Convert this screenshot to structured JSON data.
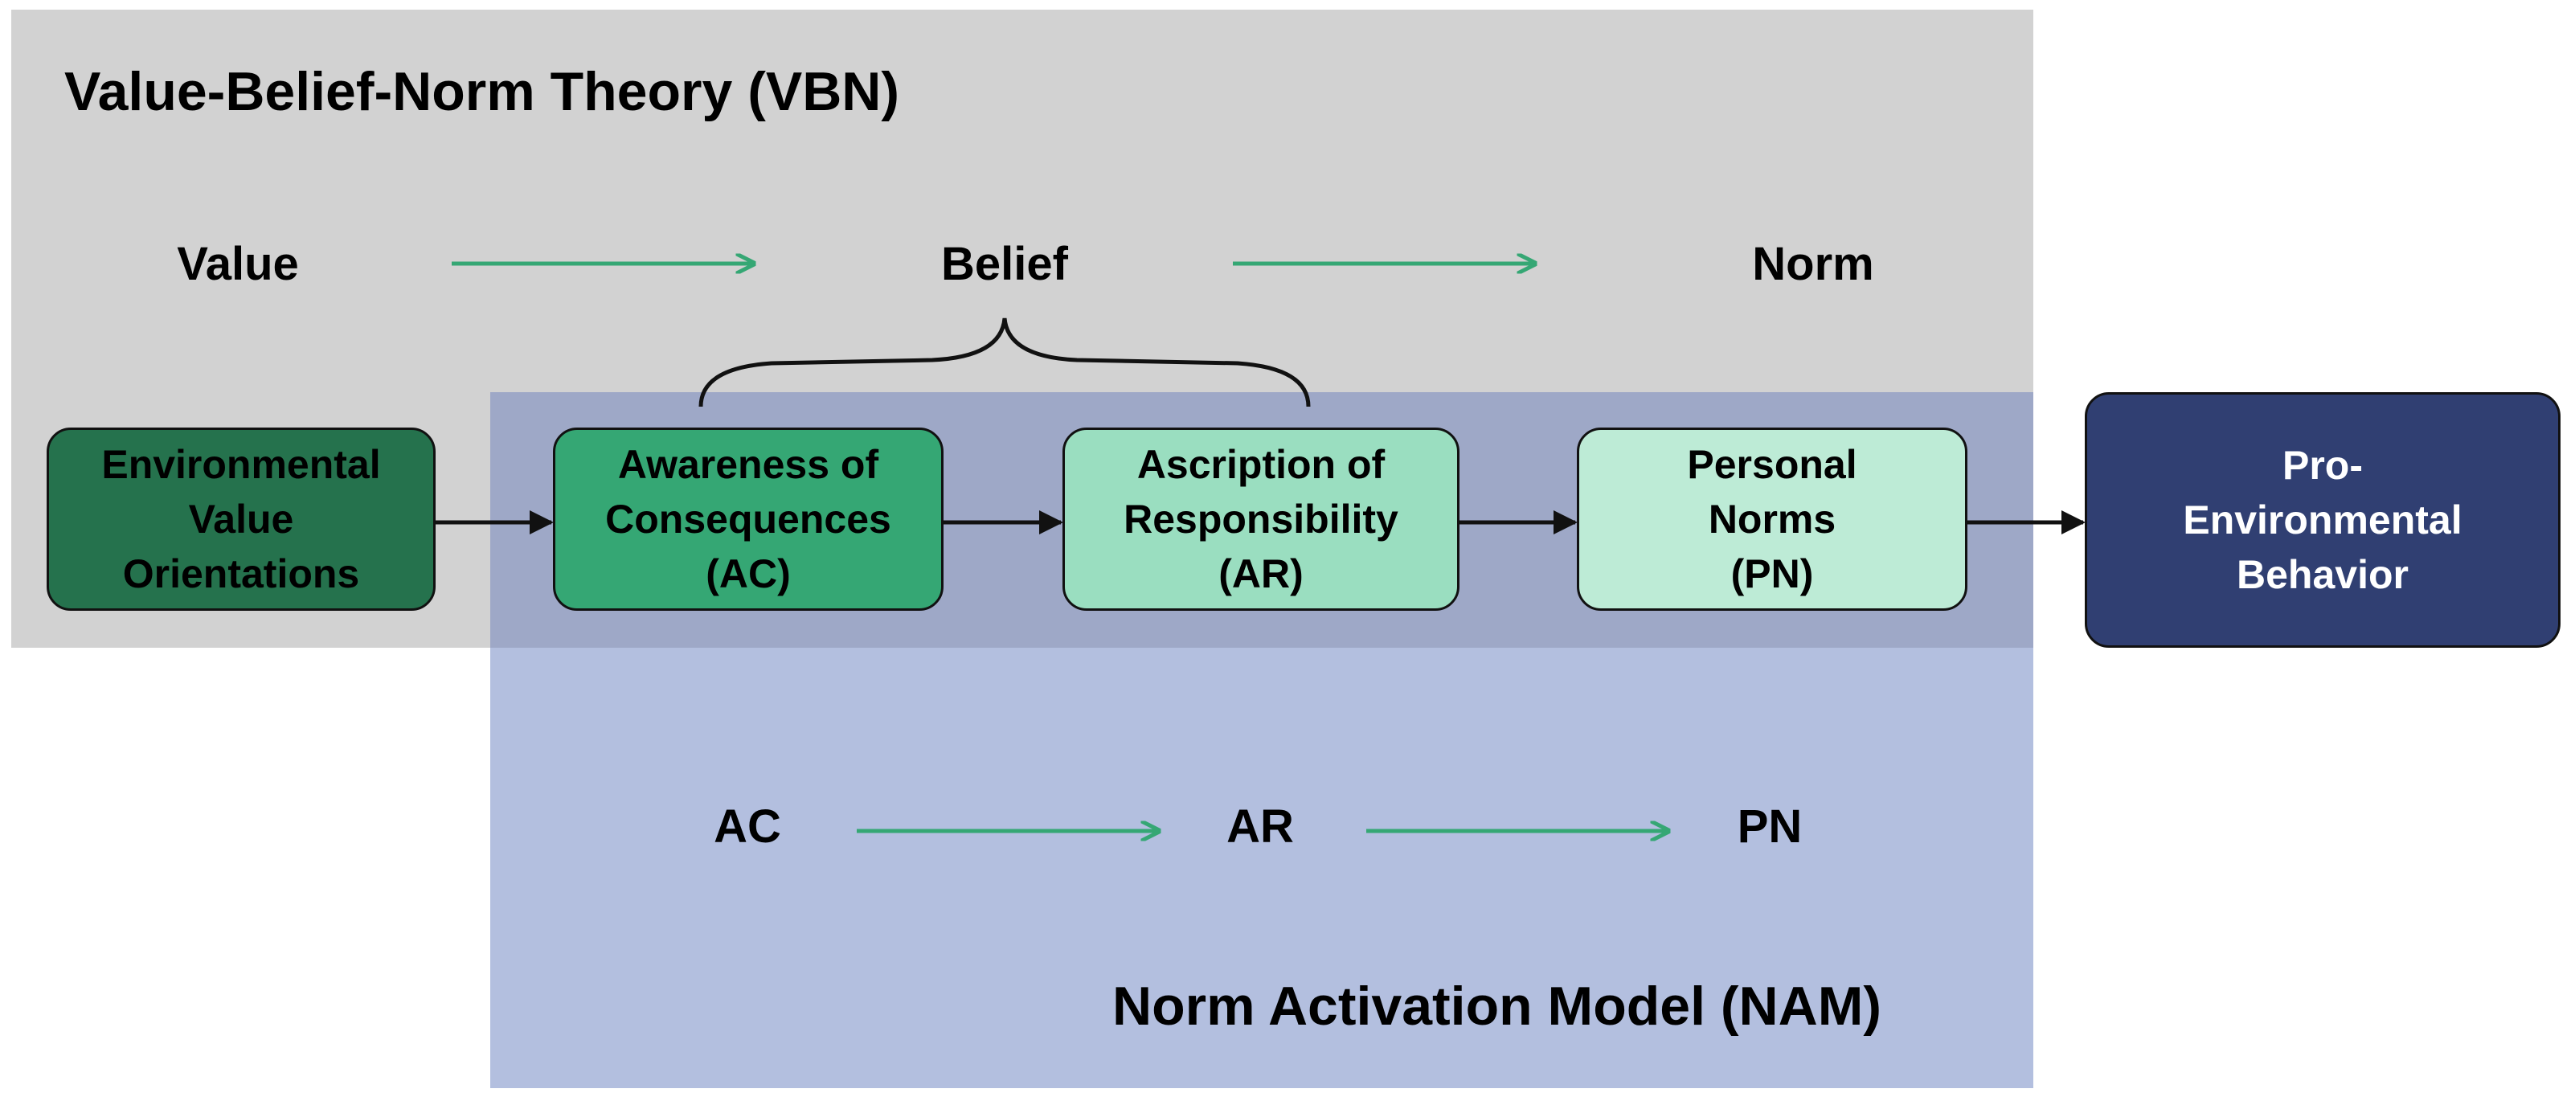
{
  "vbn": {
    "title": "Value-Belief-Norm Theory (VBN)",
    "stages": [
      "Value",
      "Belief",
      "Norm"
    ]
  },
  "nam": {
    "title": "Norm Activation Model (NAM)",
    "stages": [
      "AC",
      "AR",
      "PN"
    ]
  },
  "boxes": [
    {
      "lines": [
        "Environmental",
        "Value",
        "Orientations"
      ],
      "fill": "#25724d",
      "text_color": "#000000"
    },
    {
      "lines": [
        "Awareness of",
        "Consequences",
        "(AC)"
      ],
      "fill": "#35a774",
      "text_color": "#000000"
    },
    {
      "lines": [
        "Ascription of",
        "Responsibility",
        "(AR)"
      ],
      "fill": "#9adec0",
      "text_color": "#000000"
    },
    {
      "lines": [
        "Personal",
        "Norms",
        "(PN)"
      ],
      "fill": "#bdebd6",
      "text_color": "#000000"
    },
    {
      "lines": [
        "Pro-",
        "Environmental",
        "Behavior"
      ],
      "fill": "#303f72",
      "text_color": "#ffffff"
    }
  ],
  "colors": {
    "vbn_region": "#d2d2d2",
    "nam_region": "#b3bfdf",
    "overlap_region": "#9ea8c7",
    "stage_arrow": "#35a774",
    "flow_arrow": "#000000"
  }
}
